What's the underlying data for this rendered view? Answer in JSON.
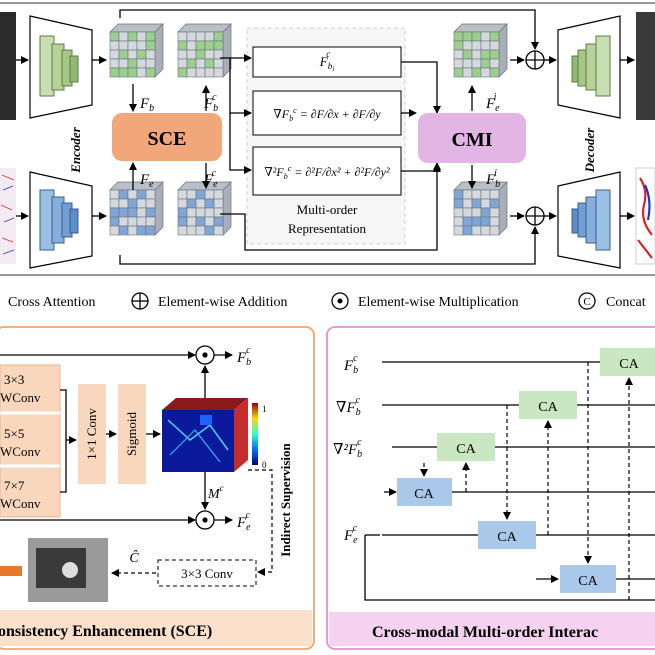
{
  "top": {
    "encoder_label": "Encoder",
    "decoder_label": "Decoder",
    "sce_label": "SCE",
    "cmi_label": "CMI",
    "fb": "F",
    "fb_sub": "b",
    "fbc": "F",
    "fbc_sub": "b",
    "fbc_sup": "c",
    "fe": "F",
    "fe_sub": "e",
    "fec": "F",
    "fec_sub": "e",
    "fec_sup": "c",
    "fei": "F",
    "fei_sub": "e",
    "fei_sup": "i",
    "fbi": "F",
    "fbi_sub": "b",
    "fbi_sup": "i",
    "rep_line1": "Multi-order",
    "rep_line2": "Representation"
  },
  "legend": {
    "cross_attention": "Cross Attention",
    "addition": "Element-wise Addition",
    "multiplication": "Element-wise Multiplication",
    "concat": "Concat",
    "concat_symbol": "C"
  },
  "sce_panel": {
    "title": "onsistency Enhancement (SCE)",
    "dw1a": "3×3",
    "dw1b": "WConv",
    "dw2a": "5×5",
    "dw2b": "WConv",
    "dw3a": "7×7",
    "dw3b": "WConv",
    "conv1x1": "1×1 Conv",
    "sigmoid": "Sigmoid",
    "mc": "M",
    "mc_sup": "c",
    "indirect": "Indirect Supervision",
    "conv3x3": "3×3 Conv",
    "chat": "Ĉ",
    "colorbar_max": "1",
    "colorbar_min": "0",
    "out_fb": "F",
    "out_fb_sub": "b",
    "out_fb_sup": "c",
    "out_fe": "F",
    "out_fe_sub": "e",
    "out_fe_sup": "c"
  },
  "cmi_panel": {
    "title": "Cross-modal Multi-order Interac",
    "ca_label": "CA",
    "in1": "F",
    "in2": "∇F",
    "in3": "∇²F",
    "in4": "F",
    "in_sub_b": "b",
    "in_sub_e": "e",
    "in_sup": "c"
  },
  "colors": {
    "sce_orange": "#F2A77A",
    "cmi_purple": "#E2B5E5",
    "ca_green": "#C9E8C1",
    "ca_blue": "#A9C8EA",
    "dwconv_fill": "#F9D7BD",
    "panel_left_border": "#F2A56B",
    "panel_right_border": "#E58FD9",
    "panel_left_title_bg": "#FBE1CC",
    "panel_right_title_bg": "#F4D2F0"
  }
}
